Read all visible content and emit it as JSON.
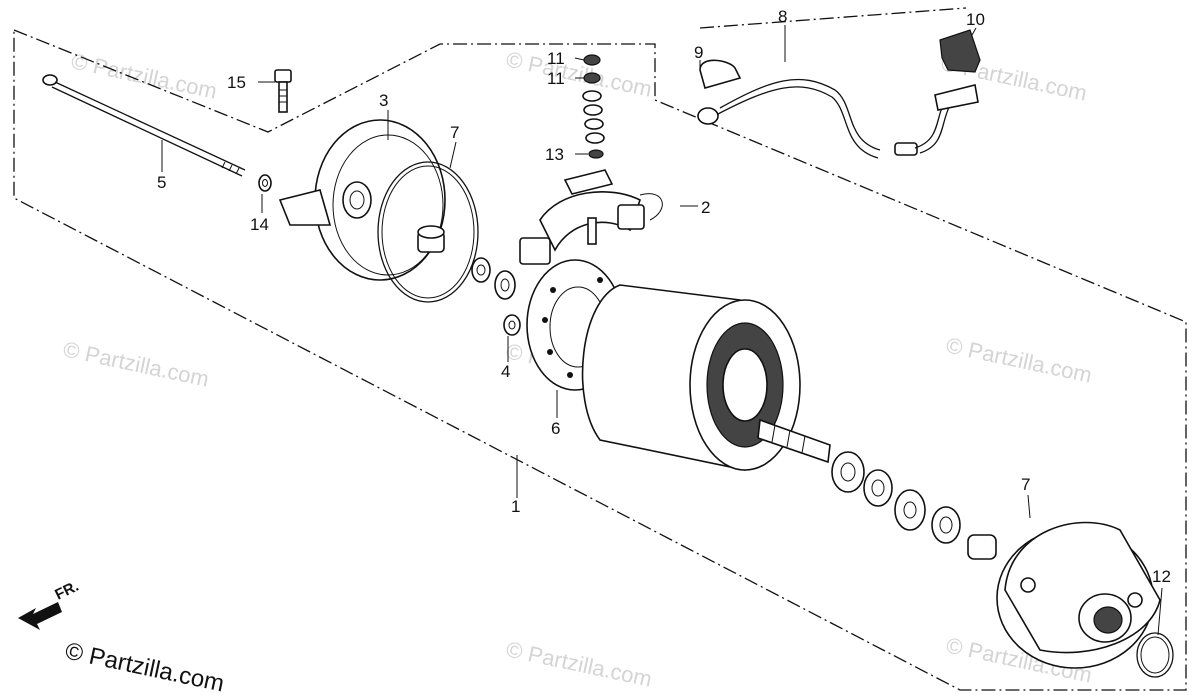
{
  "watermarks": [
    "© Partzilla.com",
    "© Partzilla.com",
    "© Partzilla.com",
    "© Partzilla.com",
    "© Partzilla.com",
    "© Partzilla.com",
    "© Partzilla.com",
    "© Partzilla.com"
  ],
  "copyright": "© Partzilla.com",
  "direction_label": "FR.",
  "callouts": {
    "c1": "1",
    "c2": "2",
    "c3": "3",
    "c4": "4",
    "c5": "5",
    "c6": "6",
    "c7a": "7",
    "c7b": "7",
    "c8": "8",
    "c9": "9",
    "c10": "10",
    "c11a": "11",
    "c11b": "11",
    "c12": "12",
    "c13": "13",
    "c14": "14",
    "c15": "15"
  }
}
